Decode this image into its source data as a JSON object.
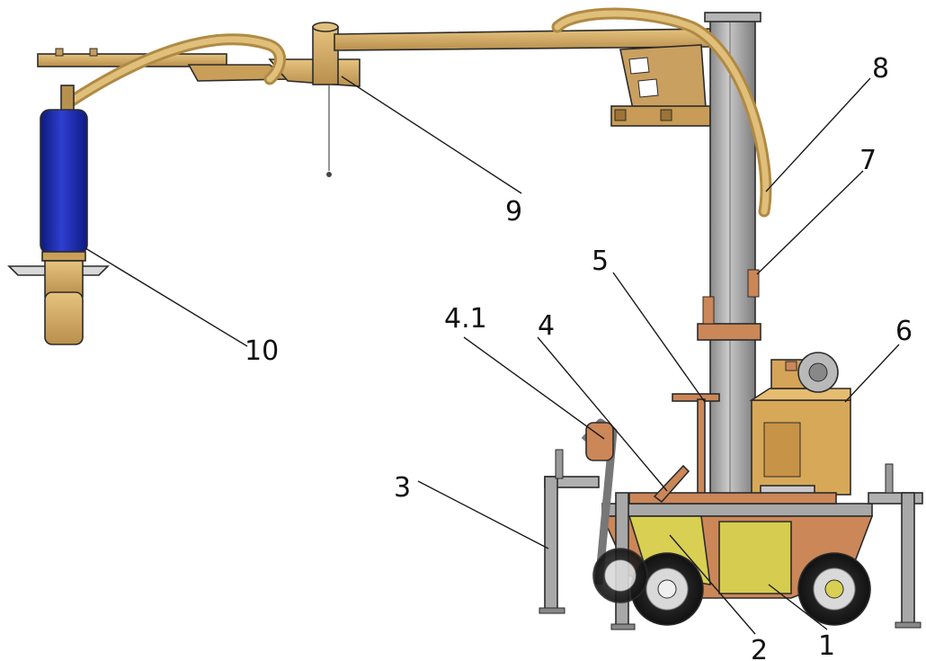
{
  "callouts": [
    {
      "id": "1",
      "label": "1"
    },
    {
      "id": "2",
      "label": "2"
    },
    {
      "id": "3",
      "label": "3"
    },
    {
      "id": "4",
      "label": "4"
    },
    {
      "id": "4.1",
      "label": "4.1"
    },
    {
      "id": "5",
      "label": "5"
    },
    {
      "id": "6",
      "label": "6"
    },
    {
      "id": "7",
      "label": "7"
    },
    {
      "id": "8",
      "label": "8"
    },
    {
      "id": "9",
      "label": "9"
    },
    {
      "id": "10",
      "label": "10"
    }
  ],
  "colors": {
    "arm": "#d2a863",
    "mast": "#a5a5a5",
    "base_copper": "#cc8758",
    "base_yellow": "#d9cf52",
    "tube_blue": "#1f2fb0",
    "tire": "#2a2a2a"
  }
}
